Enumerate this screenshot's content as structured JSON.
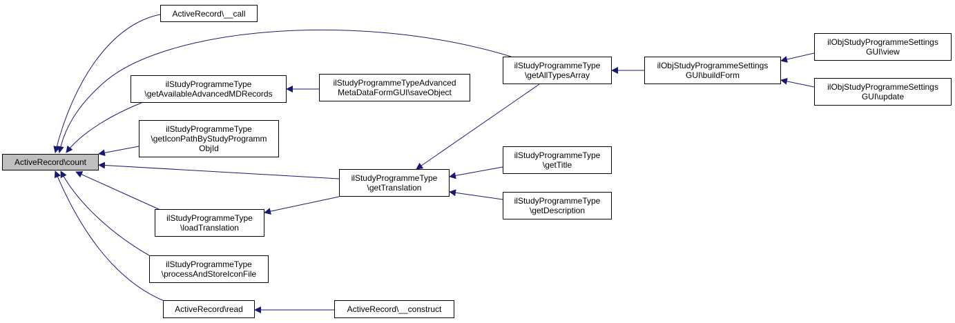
{
  "graph": {
    "nodes": {
      "count": {
        "lines": [
          "ActiveRecord\\count"
        ],
        "highlight": true
      },
      "call": {
        "lines": [
          "ActiveRecord\\__call"
        ]
      },
      "getAvail": {
        "lines": [
          "ilStudyProgrammeType",
          "\\getAvailableAdvancedMDRecords"
        ]
      },
      "getIcon": {
        "lines": [
          "ilStudyProgrammeType",
          "\\getIconPathByStudyProgramm",
          "ObjId"
        ]
      },
      "loadTrans": {
        "lines": [
          "ilStudyProgrammeType",
          "\\loadTranslation"
        ]
      },
      "process": {
        "lines": [
          "ilStudyProgrammeType",
          "\\processAndStoreIconFile"
        ]
      },
      "read": {
        "lines": [
          "ActiveRecord\\read"
        ]
      },
      "saveObj": {
        "lines": [
          "ilStudyProgrammeTypeAdvanced",
          "MetaDataFormGUI\\saveObject"
        ]
      },
      "getTrans": {
        "lines": [
          "ilStudyProgrammeType",
          "\\getTranslation"
        ]
      },
      "construct": {
        "lines": [
          "ActiveRecord\\__construct"
        ]
      },
      "getAllTypes": {
        "lines": [
          "ilStudyProgrammeType",
          "\\getAllTypesArray"
        ]
      },
      "getTitle": {
        "lines": [
          "ilStudyProgrammeType",
          "\\getTitle"
        ]
      },
      "getDesc": {
        "lines": [
          "ilStudyProgrammeType",
          "\\getDescription"
        ]
      },
      "buildForm": {
        "lines": [
          "ilObjStudyProgrammeSettings",
          "GUI\\buildForm"
        ]
      },
      "view": {
        "lines": [
          "ilObjStudyProgrammeSettings",
          "GUI\\view"
        ]
      },
      "update": {
        "lines": [
          "ilObjStudyProgrammeSettings",
          "GUI\\update"
        ]
      }
    },
    "edges": [
      {
        "from": "call",
        "to": "count"
      },
      {
        "from": "getAllTypes",
        "to": "count"
      },
      {
        "from": "getAvail",
        "to": "count"
      },
      {
        "from": "getIcon",
        "to": "count"
      },
      {
        "from": "getTrans",
        "to": "count"
      },
      {
        "from": "loadTrans",
        "to": "count"
      },
      {
        "from": "process",
        "to": "count"
      },
      {
        "from": "read",
        "to": "count"
      },
      {
        "from": "saveObj",
        "to": "getAvail"
      },
      {
        "from": "getTrans",
        "to": "loadTrans"
      },
      {
        "from": "construct",
        "to": "read"
      },
      {
        "from": "getAllTypes",
        "to": "getTrans"
      },
      {
        "from": "getTitle",
        "to": "getTrans"
      },
      {
        "from": "getDesc",
        "to": "getTrans"
      },
      {
        "from": "buildForm",
        "to": "getAllTypes"
      },
      {
        "from": "view",
        "to": "buildForm"
      },
      {
        "from": "update",
        "to": "buildForm"
      }
    ],
    "colors": {
      "edge": "#191970",
      "root_fill": "#bfbfbf",
      "node_border": "#000000"
    }
  }
}
